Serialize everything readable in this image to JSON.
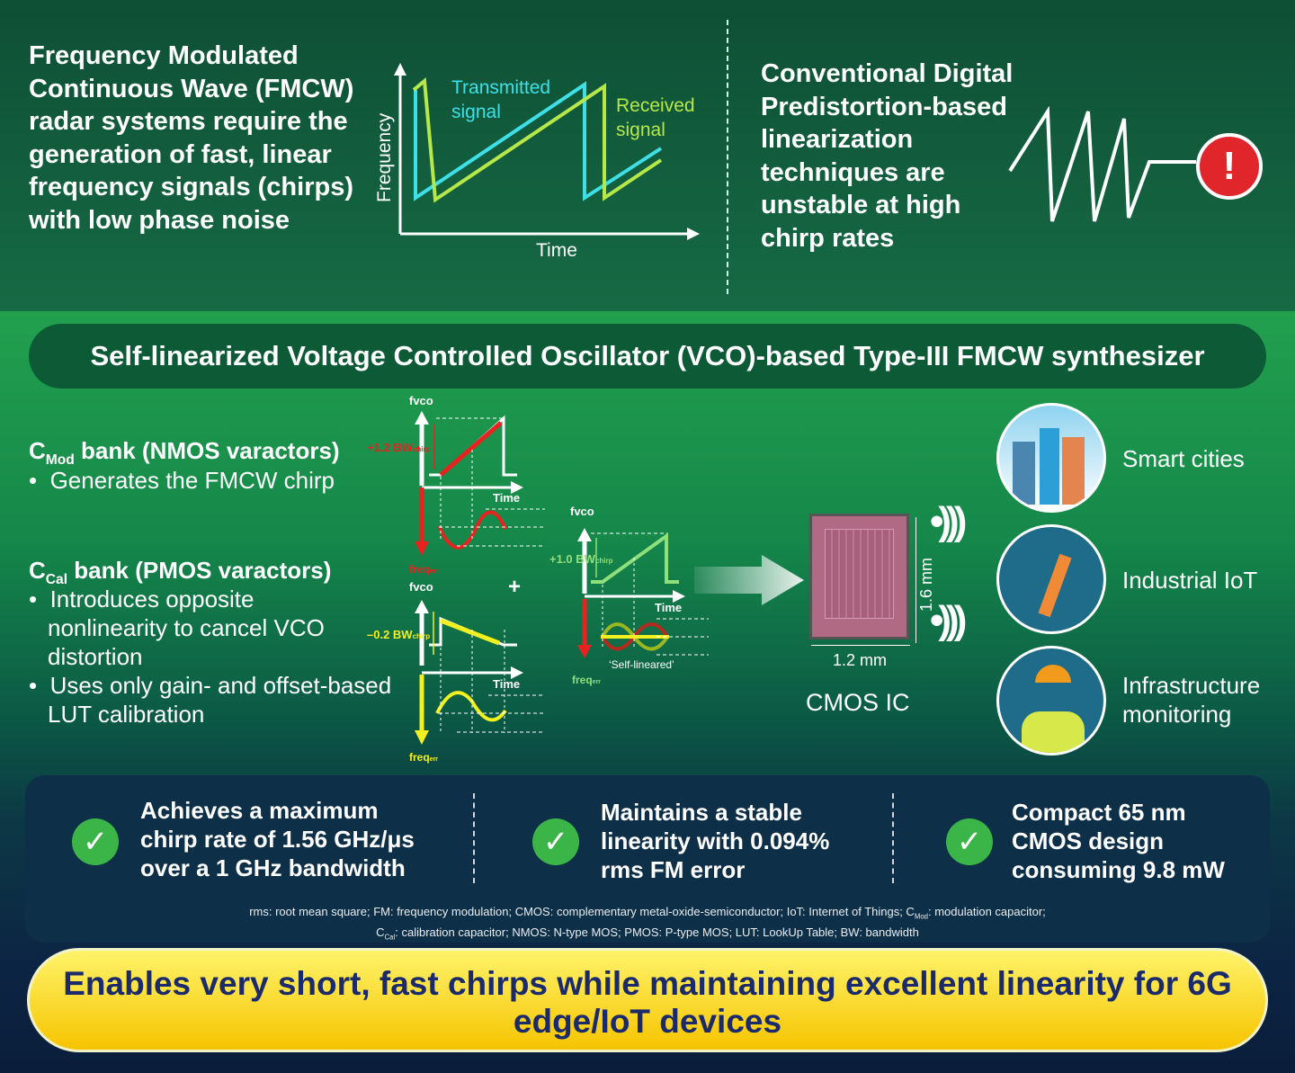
{
  "top": {
    "intro_text": "Frequency Modulated Continuous Wave (FMCW) radar systems require the generation of fast, linear frequency signals (chirps) with low phase noise",
    "chart": {
      "y_label": "Frequency",
      "x_label": "Time",
      "transmitted_label": "Transmitted signal",
      "received_label": "Received signal",
      "colors": {
        "transmitted": "#3de0e6",
        "received": "#b6e84a"
      }
    },
    "conventional_text": "Conventional Digital Predistortion-based linearization techniques are unstable at high chirp rates",
    "warning_icon": "exclamation-circle",
    "warning_symbol": "!"
  },
  "banner": {
    "title": "Self-linearized Voltage Controlled Oscillator (VCO)-based Type-III FMCW synthesizer"
  },
  "banks": {
    "cmod": {
      "title_main": "C",
      "title_sub": "Mod",
      "title_rest": " bank (NMOS varactors)",
      "bullets": [
        "Generates the FMCW chirp"
      ]
    },
    "ccal": {
      "title_main": "C",
      "title_sub": "Cal",
      "title_rest": " bank (PMOS varactors)",
      "bullets": [
        "Introduces opposite nonlinearity to cancel VCO distortion",
        "Uses only gain- and offset-based LUT calibration"
      ]
    }
  },
  "diagrams": {
    "fvco": "fvco",
    "time": "Time",
    "freq": "freq",
    "err": "err",
    "plus": "+",
    "cmod_bw": "+1.2 BW",
    "ccal_bw": "–0.2 BW",
    "result_bw": "+1.0 BW",
    "chirp": "chirp",
    "self_lineared": "‘Self-lineared’",
    "colors": {
      "cmod": "#e8231f",
      "ccal": "#f2f01e",
      "result": "#8fe07a"
    }
  },
  "chip": {
    "height_label": "1.6 mm",
    "width_label": "1.2 mm",
    "caption": "CMOS IC"
  },
  "applications": [
    {
      "label": "Smart cities",
      "icon": "city-icon"
    },
    {
      "label": "Industrial IoT",
      "icon": "robot-arm-icon"
    },
    {
      "label": "Infrastructure monitoring",
      "icon": "worker-icon"
    }
  ],
  "features": [
    {
      "text": "Achieves a maximum chirp rate of 1.56 GHz/μs over a 1 GHz bandwidth",
      "icon": "check-icon"
    },
    {
      "text": "Maintains a stable linearity with 0.094% rms FM error",
      "icon": "check-icon"
    },
    {
      "text": "Compact 65 nm CMOS design consuming 9.8 mW",
      "icon": "check-icon"
    }
  ],
  "footnote": {
    "line1_a": "rms: root mean square; FM: frequency modulation; CMOS: complementary metal-oxide-semiconductor; IoT: Internet of Things; C",
    "line1_sub": "Mod",
    "line1_b": ": modulation capacitor;",
    "line2_a": "C",
    "line2_sub": "Cal",
    "line2_b": ": calibration capacitor; NMOS: N-type MOS; PMOS: P-type MOS; LUT: LookUp Table; BW: bandwidth"
  },
  "conclusion": "Enables very short, fast chirps while maintaining excellent linearity for 6G edge/IoT devices",
  "check_symbol": "✓"
}
